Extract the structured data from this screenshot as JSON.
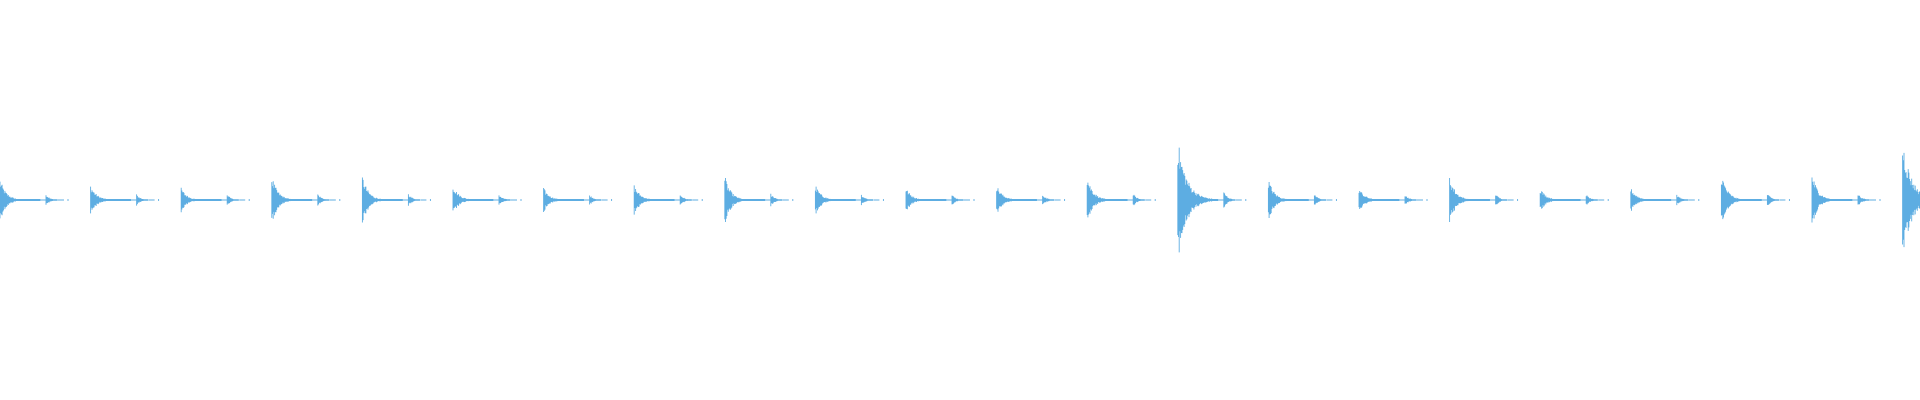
{
  "waveform": {
    "color": "#5dade2",
    "background": "#ffffff",
    "beat_count": 22,
    "beat_amplitudes": [
      0.35,
      0.25,
      0.2,
      0.4,
      0.4,
      0.25,
      0.2,
      0.25,
      0.4,
      0.25,
      0.2,
      0.25,
      0.4,
      1.0,
      0.35,
      0.2,
      0.4,
      0.2,
      0.2,
      0.45,
      0.45,
      1.0
    ]
  }
}
